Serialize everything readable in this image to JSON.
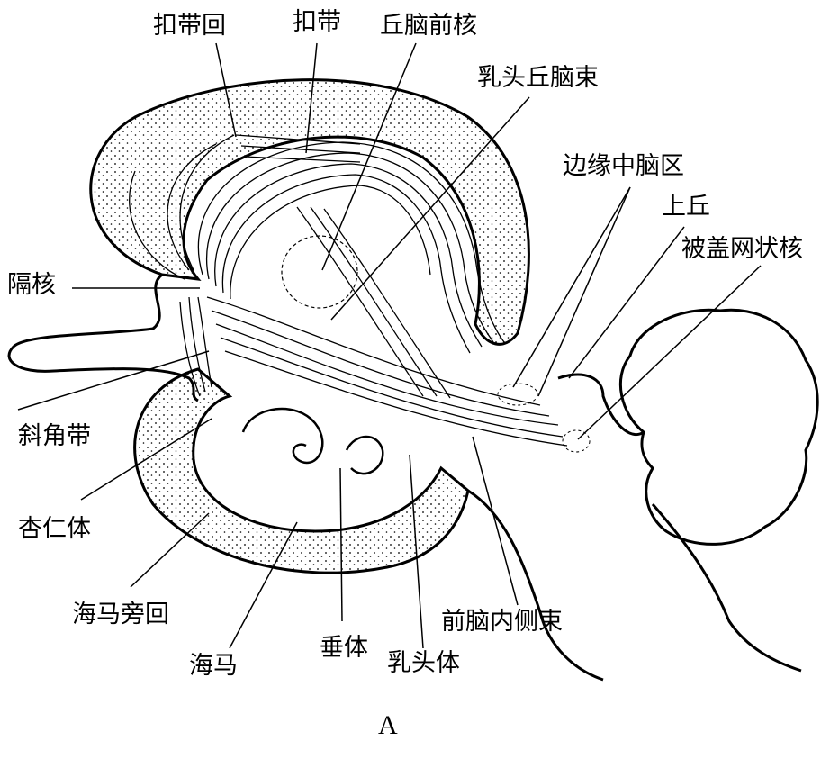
{
  "labels": {
    "cingulate_gyrus": "扣带回",
    "cingulum": "扣带",
    "anterior_thalamic_nucleus": "丘脑前核",
    "mammillothalamic_tract": "乳头丘脑束",
    "limbic_midbrain_area": "边缘中脑区",
    "superior_colliculus": "上丘",
    "tegmental_reticular_nucleus": "被盖网状核",
    "septal_nucleus": "隔核",
    "diagonal_band": "斜角带",
    "amygdala": "杏仁体",
    "parahippocampal_gyrus": "海马旁回",
    "hippocampus": "海马",
    "fimbria": "垂体",
    "mammillary_body": "乳头体",
    "medial_forebrain_bundle": "前脑内侧束"
  },
  "caption": "A",
  "colors": {
    "ink": "#000000",
    "paper": "#ffffff"
  }
}
